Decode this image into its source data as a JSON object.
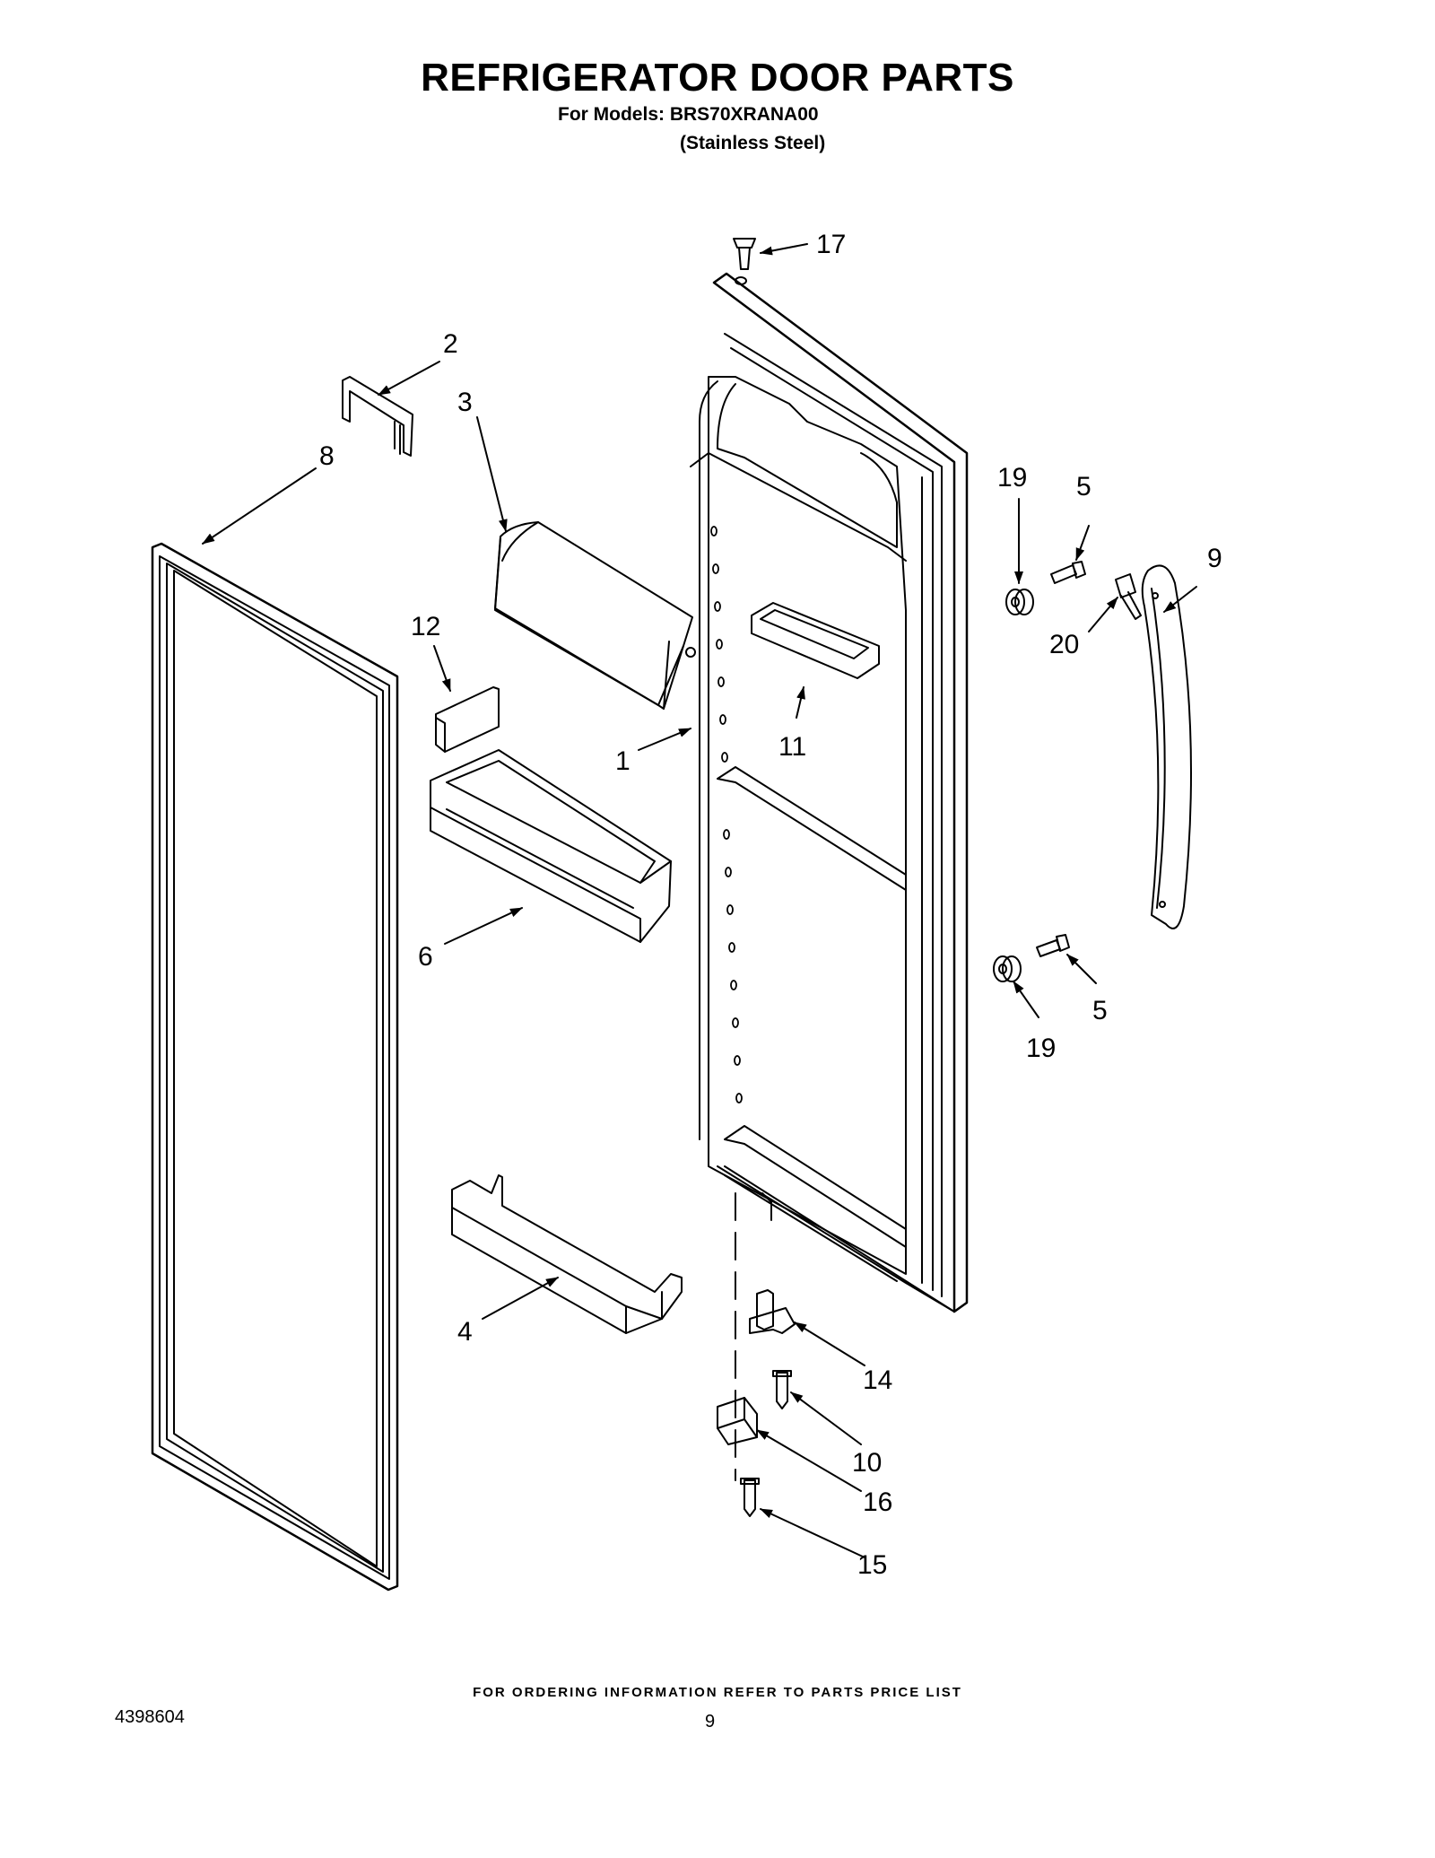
{
  "header": {
    "title": "REFRIGERATOR DOOR PARTS",
    "models_line": "For Models: BRS70XRANA00",
    "finish_line": "(Stainless Steel)"
  },
  "callouts": {
    "p1": "1",
    "p2": "2",
    "p3": "3",
    "p4": "4",
    "p5a": "5",
    "p5b": "5",
    "p6": "6",
    "p8": "8",
    "p9": "9",
    "p10": "10",
    "p11": "11",
    "p12": "12",
    "p14": "14",
    "p15": "15",
    "p16": "16",
    "p17": "17",
    "p19a": "19",
    "p19b": "19",
    "p20": "20"
  },
  "footer": {
    "ordering_note": "FOR ORDERING INFORMATION REFER TO PARTS PRICE LIST",
    "document_number": "4398604",
    "page_number": "9"
  }
}
